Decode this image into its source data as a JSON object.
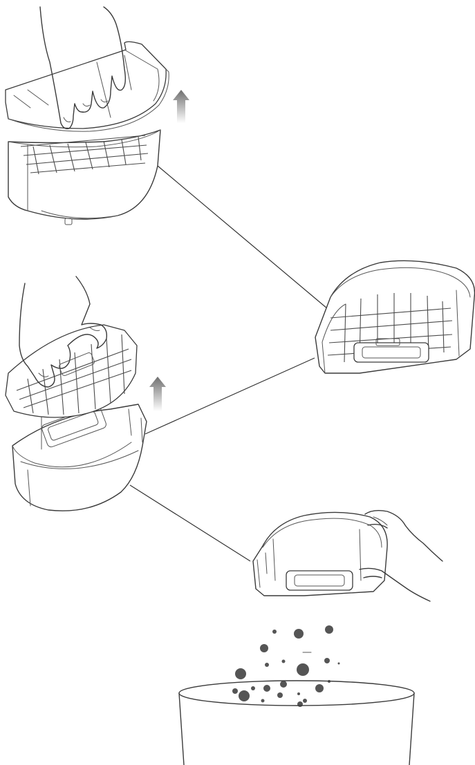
{
  "illustration": {
    "steps": [
      {
        "step": "lift-lid"
      },
      {
        "step": "lift-filter"
      },
      {
        "step": "empty-bin"
      }
    ],
    "arrow_color": "#8a8a8a",
    "line_color": "#333333",
    "dust_color": "#555555",
    "icons": [
      "up-arrow-icon",
      "up-arrow-icon"
    ]
  }
}
